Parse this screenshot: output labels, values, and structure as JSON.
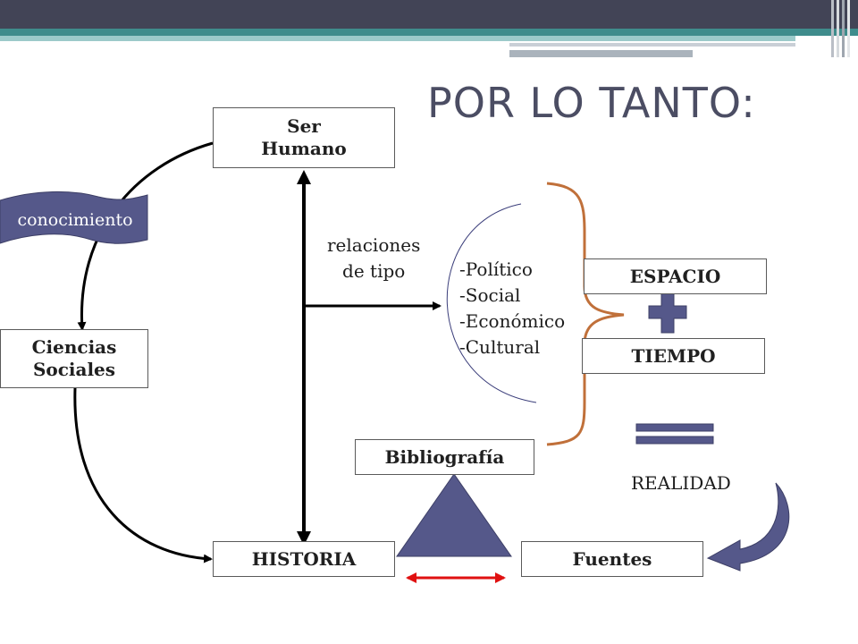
{
  "title": "POR LO TANTO:",
  "nodes": {
    "ser_humano": "Ser\nHumano",
    "ciencias_sociales": "Ciencias\nSociales",
    "historia": "HISTORIA",
    "fuentes": "Fuentes",
    "bibliografia": "Bibliografía",
    "espacio": "ESPACIO",
    "tiempo": "TIEMPO"
  },
  "banner": "conocimiento",
  "relaciones": "relaciones\nde tipo",
  "tipos": [
    "-Político",
    "-Social",
    "-Económico",
    "-Cultural"
  ],
  "realidad": "REALIDAD",
  "colors": {
    "header": "#424456",
    "accent_teal": "#3f8c8c",
    "shape_fill": "#55588a",
    "brace": "#c0703a",
    "double_arrow": "#e01010"
  }
}
